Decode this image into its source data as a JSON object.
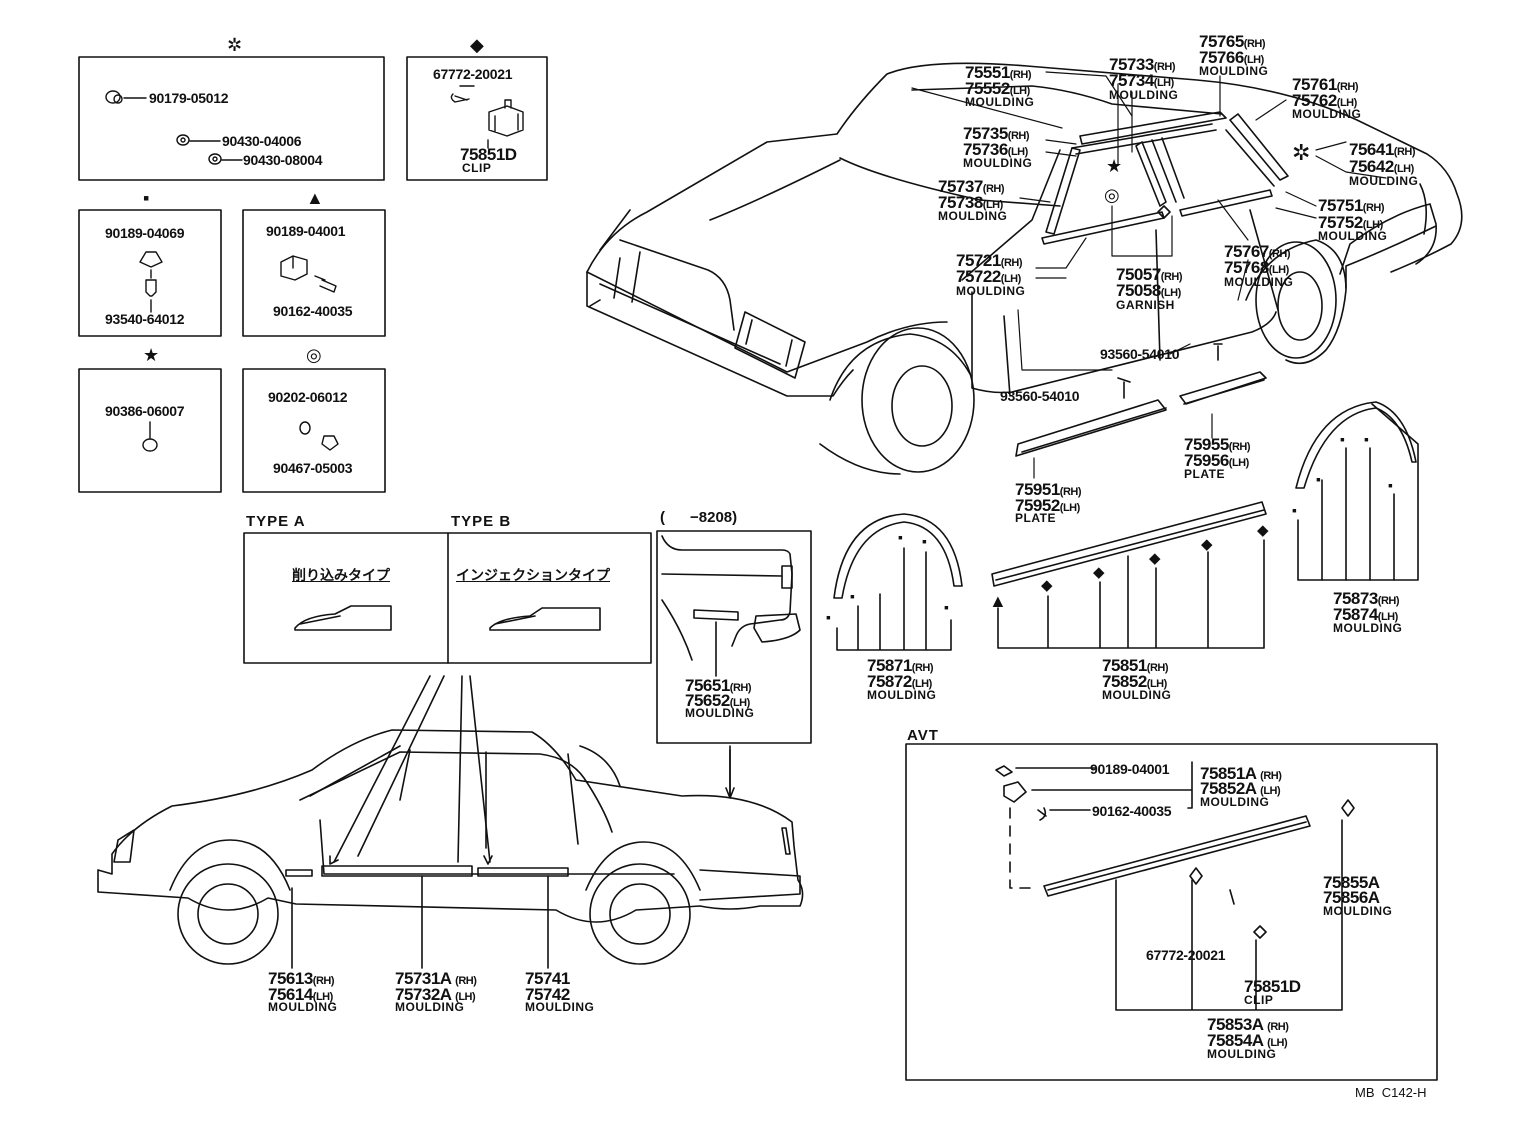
{
  "legend": {
    "asterisk": {
      "symbol": "✲",
      "parts": [
        "90179-05012",
        "90430-04006",
        "90430-08004"
      ]
    },
    "diamond": {
      "symbol": "◆",
      "parts": [
        "67772-20021"
      ],
      "main": "75851D",
      "main_desc": "CLIP"
    },
    "squares": {
      "symbol": "▪",
      "parts": [
        "90189-04069",
        "93540-64012"
      ]
    },
    "triangle": {
      "symbol": "▲",
      "parts": [
        "90189-04001",
        "90162-40035"
      ]
    },
    "star": {
      "symbol": "★",
      "parts": [
        "90386-06007"
      ]
    },
    "ring": {
      "symbol": "◎",
      "parts": [
        "90202-06012",
        "90467-05003"
      ]
    }
  },
  "types": {
    "a_title": "TYPE A",
    "b_title": "TYPE B",
    "a_jp": "削り込みタイプ",
    "b_jp": "インジェクションタイプ"
  },
  "inset_8208": {
    "title": "(      −8208)",
    "p1": "75651",
    "p1s": "(RH)",
    "p2": "75652",
    "p2s": "(LH)",
    "desc": "MOULDING"
  },
  "car_top": {
    "l1": {
      "a": "75551",
      "as": "(RH)",
      "b": "75552",
      "bs": "(LH)",
      "desc": "MOULDING"
    },
    "l2": {
      "a": "75733",
      "as": "(RH)",
      "b": "75734",
      "bs": "(LH)",
      "desc": "MOULDING"
    },
    "l3": {
      "a": "75765",
      "as": "(RH)",
      "b": "75766",
      "bs": "(LH)",
      "desc": "MOULDING"
    },
    "l4": {
      "a": "75761",
      "as": "(RH)",
      "b": "75762",
      "bs": "(LH)",
      "desc": "MOULDING"
    },
    "l5": {
      "a": "75735",
      "as": "(RH)",
      "b": "75736",
      "bs": "(LH)",
      "desc": "MOULDING"
    },
    "l6": {
      "a": "75641",
      "as": "(RH)",
      "b": "75642",
      "bs": "(LH)",
      "desc": "MOULDING"
    },
    "l7": {
      "a": "75737",
      "as": "(RH)",
      "b": "75738",
      "bs": "(LH)",
      "desc": "MOULDING"
    },
    "l8": {
      "a": "75751",
      "as": "(RH)",
      "b": "75752",
      "bs": "(LH)",
      "desc": "MOULDING"
    },
    "l9": {
      "a": "75721",
      "as": "(RH)",
      "b": "75722",
      "bs": "(LH)",
      "desc": "MOULDING"
    },
    "l10": {
      "a": "75057",
      "as": "(RH)",
      "b": "75058",
      "bs": "(LH)",
      "desc": "GARNISH"
    },
    "l11": {
      "a": "75767",
      "as": "(RH)",
      "b": "75768",
      "bs": "(LH)",
      "desc": "MOULDING"
    },
    "screw1": "93560-54010",
    "screw2": "93560-54010",
    "plate1": {
      "a": "75955",
      "as": "(RH)",
      "b": "75956",
      "bs": "(LH)",
      "desc": "PLATE"
    },
    "plate2": {
      "a": "75951",
      "as": "(RH)",
      "b": "75952",
      "bs": "(LH)",
      "desc": "PLATE"
    }
  },
  "mid": {
    "arch_f": {
      "a": "75871",
      "as": "(RH)",
      "b": "75872",
      "bs": "(LH)",
      "desc": "MOULDING"
    },
    "side": {
      "a": "75851",
      "as": "(RH)",
      "b": "75852",
      "bs": "(LH)",
      "desc": "MOULDING"
    },
    "arch_r": {
      "a": "75873",
      "as": "(RH)",
      "b": "75874",
      "bs": "(LH)",
      "desc": "MOULDING"
    }
  },
  "bottom_car": {
    "m1": {
      "a": "75613",
      "as": "(RH)",
      "b": "75614",
      "bs": "(LH)",
      "desc": "MOULDING"
    },
    "m2": {
      "a": "75731A",
      "as": "(RH)",
      "b": "75732A",
      "bs": "(LH)",
      "desc": "MOULDING"
    },
    "m3": {
      "a": "75741",
      "b": "75742",
      "desc": "MOULDING"
    }
  },
  "avt": {
    "title": "AVT",
    "p1": "90189-04001",
    "p2": "90162-40035",
    "main": {
      "a": "75851A",
      "as": "(RH)",
      "b": "75852A",
      "bs": "(LH)",
      "desc": "MOULDING"
    },
    "right": {
      "a": "75855A",
      "b": "75856A",
      "desc": "MOULDING"
    },
    "clip_pn": "67772-20021",
    "clip": {
      "a": "75851D",
      "desc": "CLIP"
    },
    "bottom": {
      "a": "75853A",
      "as": "(RH)",
      "b": "75854A",
      "bs": "(LH)",
      "desc": "MOULDING"
    }
  },
  "footer": "MB  C142-H"
}
